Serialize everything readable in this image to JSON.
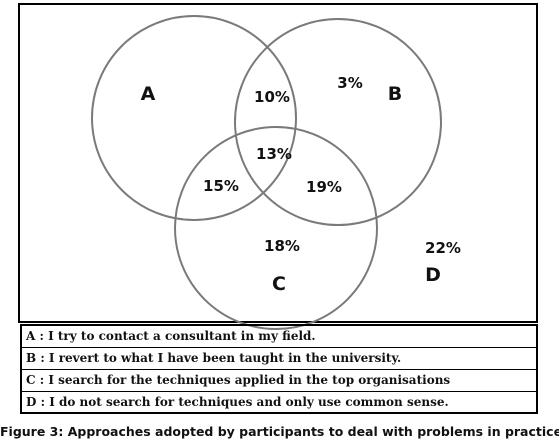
{
  "venn": {
    "sets": [
      {
        "label": "A"
      },
      {
        "label": "B"
      },
      {
        "label": "C"
      },
      {
        "label": "D"
      }
    ],
    "regions": [
      {
        "id": "A-B",
        "value": "10%"
      },
      {
        "id": "B-only",
        "value": "3%"
      },
      {
        "id": "A-B-C",
        "value": "13%"
      },
      {
        "id": "A-C",
        "value": "15%"
      },
      {
        "id": "B-C",
        "value": "19%"
      },
      {
        "id": "C-only",
        "value": "18%"
      },
      {
        "id": "D",
        "value": "22%"
      }
    ]
  },
  "legend": [
    {
      "text": "A : I try to contact a consultant in my field."
    },
    {
      "text": "B : I revert to what I have been taught in the university."
    },
    {
      "text": "C : I search for the techniques applied in the top organisations"
    },
    {
      "text": "D : I do not search for techniques  and only use common sense."
    }
  ],
  "caption": "Figure 3: Approaches adopted by participants to deal with problems in practice"
}
